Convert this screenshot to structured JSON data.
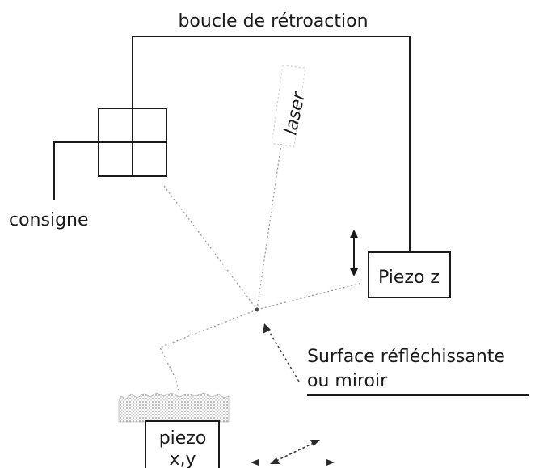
{
  "labels": {
    "feedback_loop": "boucle de rétroaction",
    "laser": "laser",
    "setpoint": "consigne",
    "piezo_z": "Piezo z",
    "surface_line1": "Surface réfléchissante",
    "surface_line2": "ou miroir",
    "piezo_xy_line1": "piezo",
    "piezo_xy_line2": "x,y"
  },
  "colors": {
    "ink": "#1a1a1a",
    "beam": "#9a9a9a",
    "sample": "#c8c8c8"
  },
  "icons": {
    "detector": "quadrant-photodiode",
    "z_motion": "double-arrow-vertical",
    "xy_motion": "double-arrow-diagonal"
  }
}
